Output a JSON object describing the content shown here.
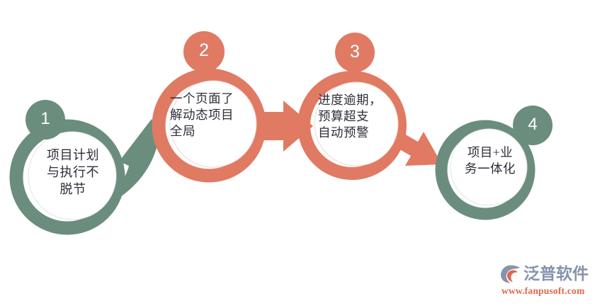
{
  "diagram": {
    "type": "process-flow",
    "title_text": "",
    "background": "#ffffff",
    "colors": {
      "green": "#6b8d7e",
      "coral": "#e07a63",
      "text": "#2d2d3a",
      "badge_text": "#ffffff"
    },
    "nodes": [
      {
        "id": "node-1",
        "badge": "1",
        "badge_color": "#6b8d7e",
        "badge_position": "top-left",
        "ring_color": "#6b8d7e",
        "text": "项目计划\n与执行不\n脱节",
        "align": "center"
      },
      {
        "id": "node-2",
        "badge": "2",
        "badge_color": "#e07a63",
        "badge_position": "top-left",
        "ring_color": "#e07a63",
        "text": "一个页面了\n解动态项目\n全局",
        "align": "left"
      },
      {
        "id": "node-3",
        "badge": "3",
        "badge_color": "#e07a63",
        "badge_position": "top-left",
        "ring_color": "#e07a63",
        "text": "进度逾期，\n预算超支\n自动预警",
        "align": "left"
      },
      {
        "id": "node-4",
        "badge": "4",
        "badge_color": "#6b8d7e",
        "badge_position": "top-right",
        "ring_color": "#6b8d7e",
        "text": "项目+业\n务一体化",
        "align": "center"
      }
    ],
    "arrows": [
      {
        "id": "arrow-1",
        "from": "node-1",
        "to": "node-2",
        "color": "#6b8d7e",
        "direction": "up-right"
      },
      {
        "id": "arrow-2",
        "from": "node-2",
        "to": "node-3",
        "color": "#e07a63",
        "direction": "right"
      },
      {
        "id": "arrow-3",
        "from": "node-3",
        "to": "node-4",
        "color": "#e07a63",
        "direction": "down-right"
      }
    ]
  },
  "logo": {
    "brand": "泛普软件",
    "url": "www.fanpusoft.com",
    "mark_color": "#8593ad",
    "accent_color": "#e2664b"
  }
}
